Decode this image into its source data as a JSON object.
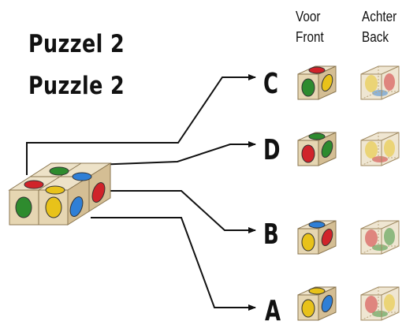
{
  "title": {
    "line1": "Puzzel 2",
    "line2": "Puzzle 2"
  },
  "columns": {
    "front": {
      "line1": "Voor",
      "line2": "Front"
    },
    "back": {
      "line1": "Achter",
      "line2": "Back"
    }
  },
  "options": [
    {
      "letter": "C"
    },
    {
      "letter": "D"
    },
    {
      "letter": "B"
    },
    {
      "letter": "A"
    }
  ],
  "colors": {
    "red": "#d0232a",
    "green": "#2e8b2e",
    "blue": "#2f7fd6",
    "yellow": "#e8c21a",
    "wood": "#e9dcc0",
    "wood_shade": "#cdb892"
  }
}
